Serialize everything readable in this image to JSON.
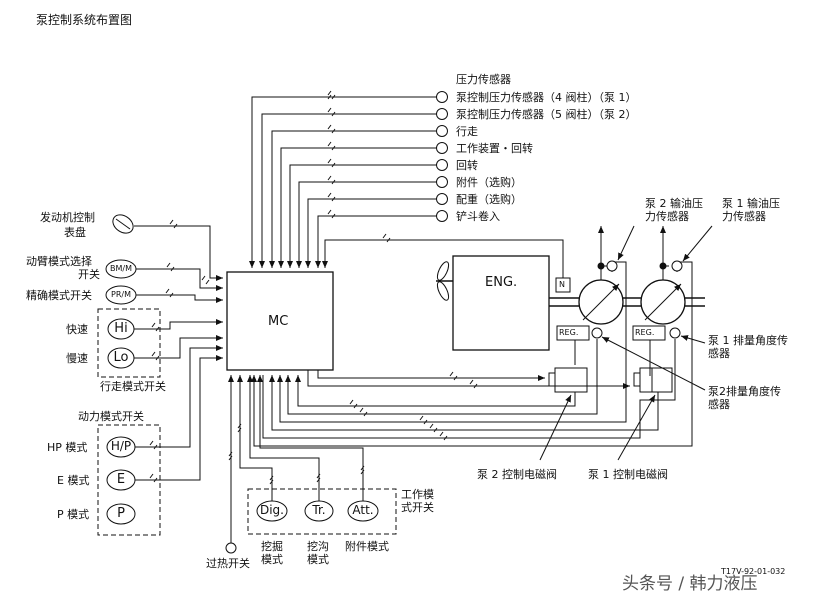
{
  "title": "泵控制系统布置图",
  "controller": "MC",
  "engine": "ENG.",
  "n_label": "N",
  "reg_label": "REG.",
  "pressure_header": "压力传感器",
  "pressure_sensors": [
    "泵控制压力传感器（4 阀柱）（泵 1）",
    "泵控制压力传感器（5 阀柱）（泵 2）",
    "行走",
    "工作装置・回转",
    "回转",
    "附件（选购）",
    "配重（选购）",
    "铲斗卷入"
  ],
  "labels": {
    "engine_dial_1": "发动机控制",
    "engine_dial_2": "表盘",
    "boom_mode_1": "动臂模式选择",
    "boom_mode_2": "开关",
    "fine_mode": "精确模式开关",
    "fast": "快速",
    "slow": "慢速",
    "travel_mode": "行走模式开关",
    "power_mode": "动力模式开关",
    "hp_mode": "HP 模式",
    "e_mode": "E 模式",
    "p_mode": "P 模式",
    "overheat": "过热开关",
    "work_mode_1": "工作模",
    "work_mode_2": "式开关",
    "dig_1": "挖掘",
    "dig_2": "模式",
    "trench_1": "挖沟",
    "trench_2": "模式",
    "attach_mode": "附件模式",
    "pump2_out_1": "泵 2 输油压",
    "pump2_out_2": "力传感器",
    "pump1_out_1": "泵 1 输油压",
    "pump1_out_2": "力传感器",
    "pump1_angle_1": "泵 1 排量角度传",
    "pump1_angle_2": "感器",
    "pump2_angle_1": "泵2排量角度传",
    "pump2_angle_2": "感器",
    "pump2_valve": "泵 2 控制电磁阀",
    "pump1_valve": "泵 1 控制电磁阀",
    "doc_code": "T17V-92-01-032",
    "watermark": "头条号 / 韩力液压"
  },
  "switches": {
    "bm": "BM/M",
    "pr": "PR/M",
    "hi": "Hi",
    "lo": "Lo",
    "hp": "H/P",
    "e": "E",
    "p": "P",
    "dig": "Dig.",
    "tr": "Tr.",
    "att": "Att."
  }
}
